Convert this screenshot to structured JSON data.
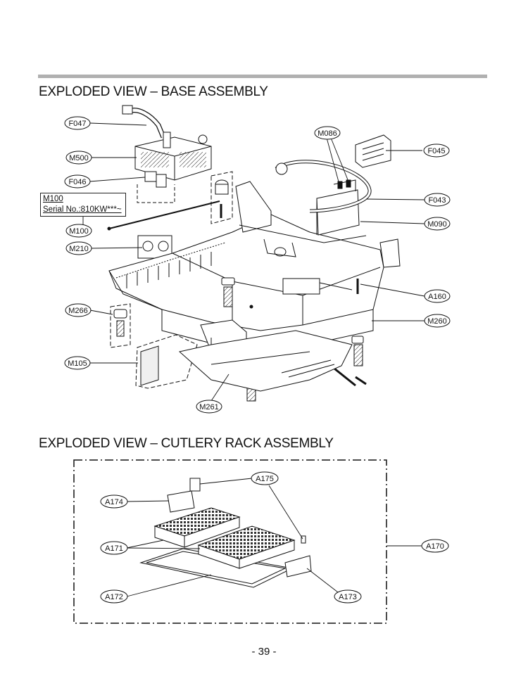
{
  "sections": {
    "base_title": "EXPLODED VIEW – BASE ASSEMBLY",
    "cutlery_title": "EXPLODED VIEW – CUTLERY RACK  ASSEMBLY"
  },
  "serial_note": {
    "line1": "M100",
    "line2": "Serial No.:810KW***~"
  },
  "callouts": {
    "F047": "F047",
    "M500": "M500",
    "F046": "F046",
    "M100": "M100",
    "M210": "M210",
    "M266": "M266",
    "M105": "M105",
    "M261": "M261",
    "M086": "M086",
    "F045": "F045",
    "F043": "F043",
    "M090": "M090",
    "A160": "A160",
    "M260": "M260",
    "A175": "A175",
    "A174": "A174",
    "A171": "A171",
    "A170": "A170",
    "A172": "A172",
    "A173": "A173"
  },
  "page_number": "- 39 -",
  "colors": {
    "rule": "#b0b0b0",
    "ink": "#111111"
  }
}
